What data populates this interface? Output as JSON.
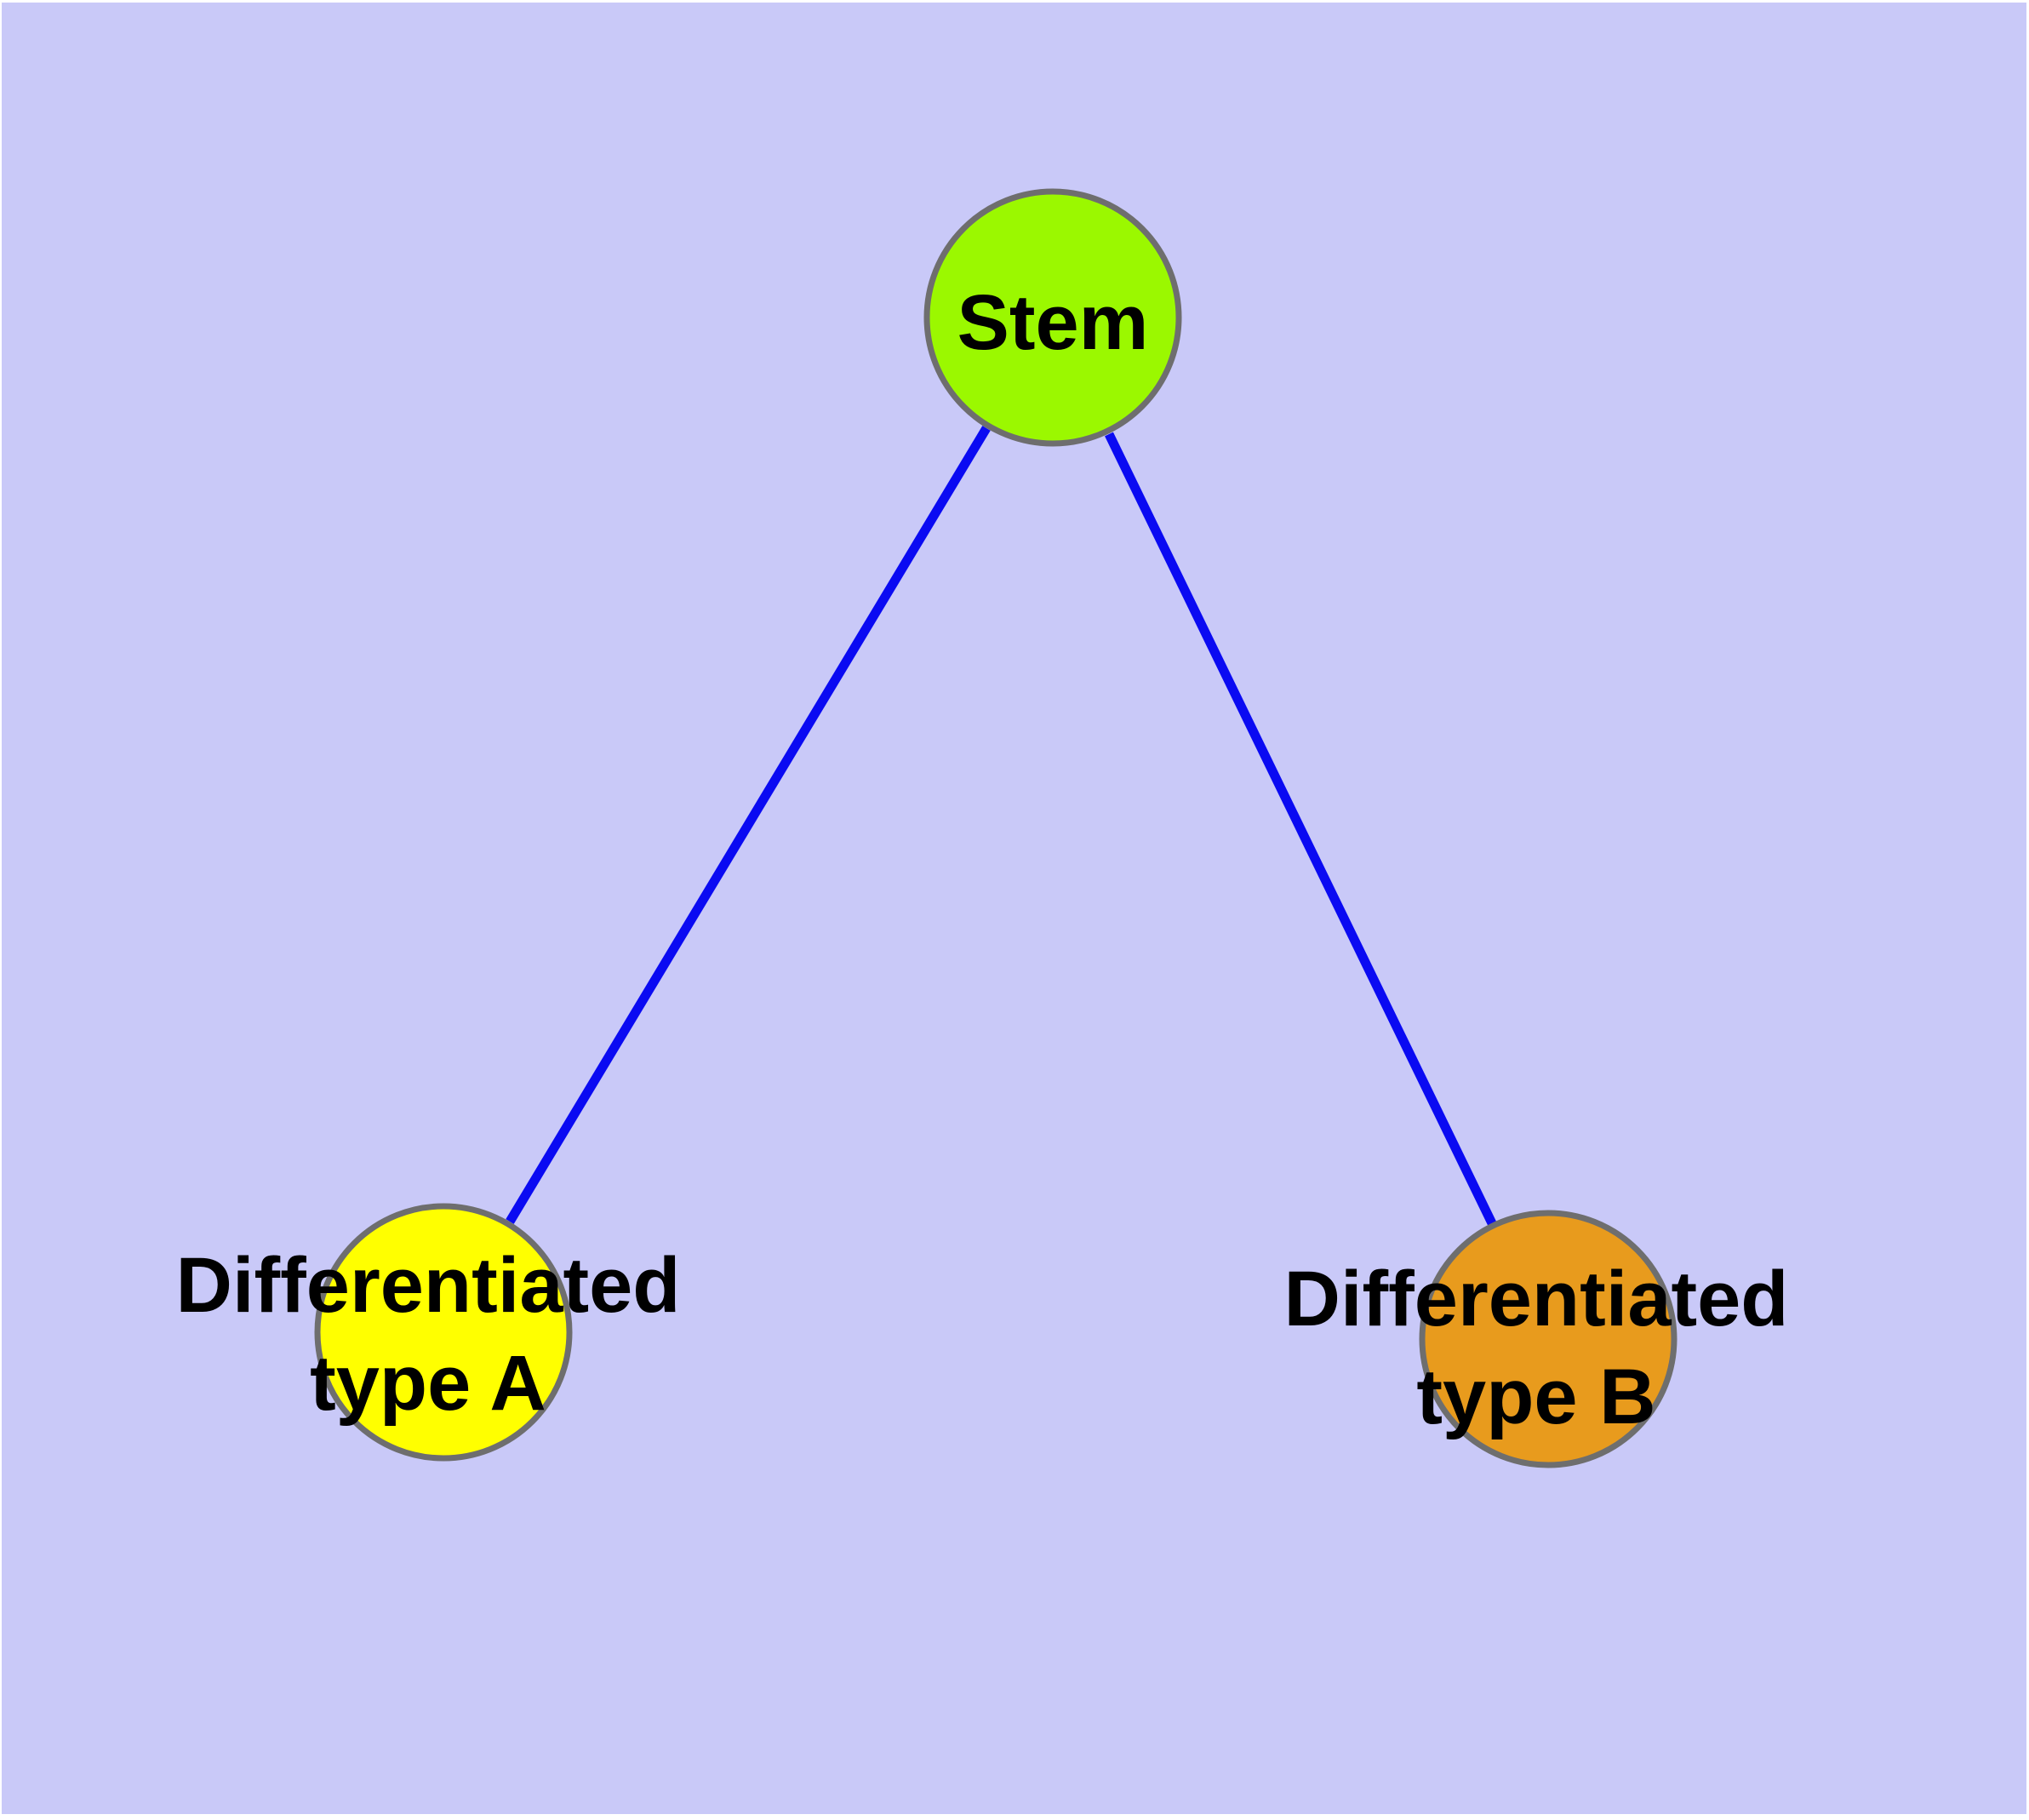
{
  "diagram": {
    "type": "graph",
    "background_color": "#C9C9F8",
    "page_margin_color": "#FFFFFF",
    "edge_color": "#0A0AF2",
    "node_border_color": "#6E6E6E",
    "label_color": "#000000",
    "nodes": {
      "stem": {
        "label": "Stem",
        "fill": "#9BF800"
      },
      "type_a": {
        "label_line1": "Differentiated",
        "label_line2": "type A",
        "fill": "#FFFF00"
      },
      "type_b": {
        "label_line1": "Differentiated",
        "label_line2": "type B",
        "fill": "#E89B1D"
      }
    },
    "edges": [
      {
        "from": "Stem",
        "to": "Differentiated type A"
      },
      {
        "from": "Stem",
        "to": "Differentiated type B"
      }
    ]
  }
}
